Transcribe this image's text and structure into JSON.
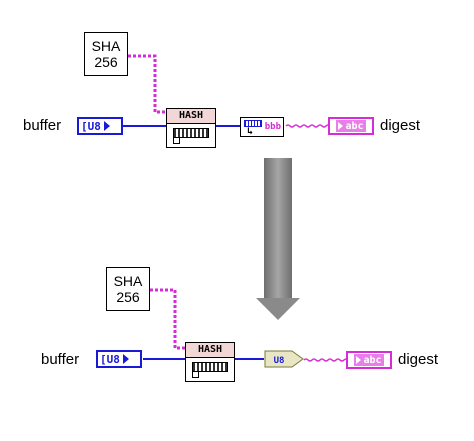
{
  "top_example": {
    "const_line1": "SHA",
    "const_line2": "256",
    "input_label": "buffer",
    "input_terminal_text": "U8",
    "function_title": "HASH",
    "converter_text": "bbb",
    "output_terminal_text": "abc",
    "output_label": "digest"
  },
  "bottom_example": {
    "const_line1": "SHA",
    "const_line2": "256",
    "input_label": "buffer",
    "input_terminal_text": "U8",
    "function_title": "HASH",
    "coerce_text": "U8",
    "output_terminal_text": "abc",
    "output_label": "digest"
  },
  "colors": {
    "u8_wire": "#1a1ad6",
    "string_wire": "#d62bd6",
    "arrow": "#8a8a8a",
    "hash_header": "#f3d7d7"
  }
}
